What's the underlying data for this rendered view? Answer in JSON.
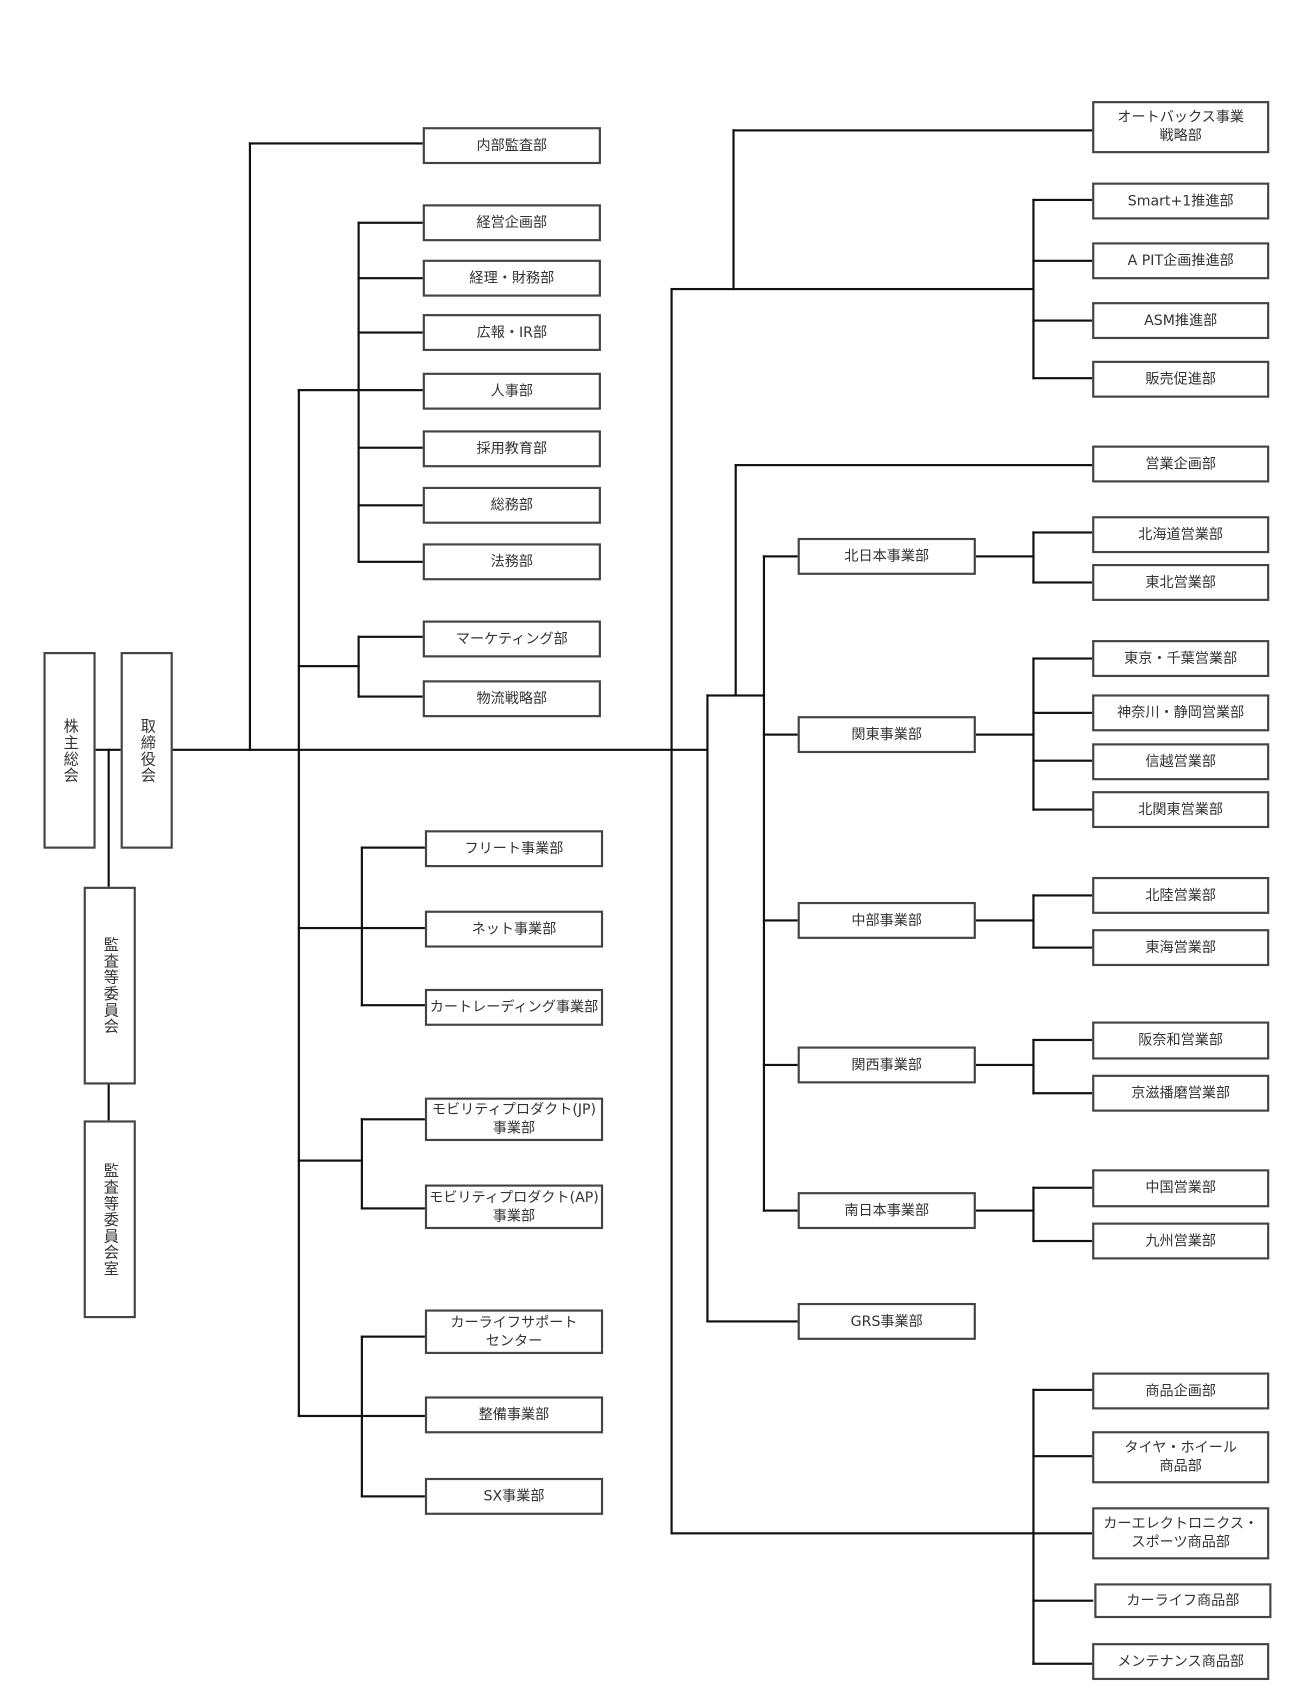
{
  "nodes": {
    "shareholders": "株主総会",
    "board": "取締役会",
    "audit_committee": "監査等委員会",
    "audit_committee_office": "監査等委員会室",
    "internal_audit": "内部監査部",
    "corp_planning": "経営企画部",
    "accounting_finance": "経理・財務部",
    "pr_ir": "広報・IR部",
    "hr": "人事部",
    "recruit_edu": "採用教育部",
    "general_affairs": "総務部",
    "legal": "法務部",
    "marketing": "マーケティング部",
    "logistics_strategy": "物流戦略部",
    "fleet": "フリート事業部",
    "net": "ネット事業部",
    "car_trading": "カートレーディング事業部",
    "mobility_jp": "モビリティプロダクト(JP)\n事業部",
    "mobility_ap": "モビリティプロダクト(AP)\n事業部",
    "carlife_support": "カーライフサポート\nセンター",
    "maintenance_biz": "整備事業部",
    "sx": "SX事業部",
    "autobacs_strategy": "オートバックス事業\n戦略部",
    "smart1": "Smart+1推進部",
    "apit": "A PIT企画推進部",
    "asm": "ASM推進部",
    "sales_promo": "販売促進部",
    "sales_planning": "営業企画部",
    "north_japan": "北日本事業部",
    "kanto": "関東事業部",
    "chubu": "中部事業部",
    "kansai": "関西事業部",
    "south_japan": "南日本事業部",
    "grs": "GRS事業部",
    "hokkaido": "北海道営業部",
    "tohoku": "東北営業部",
    "tokyo_chiba": "東京・千葉営業部",
    "kanagawa_shizuoka": "神奈川・静岡営業部",
    "shinetsu": "信越営業部",
    "kita_kanto": "北関東営業部",
    "hokuriku": "北陸営業部",
    "tokai": "東海営業部",
    "hannawa": "阪奈和営業部",
    "keiji_banma": "京滋播磨営業部",
    "chugoku": "中国営業部",
    "kyushu": "九州営業部",
    "product_planning": "商品企画部",
    "tire_wheel": "タイヤ・ホイール\n商品部",
    "car_electronics": "カーエレクトロニクス・\nスポーツ商品部",
    "carlife_products": "カーライフ商品部",
    "maintenance_products": "メンテナンス商品部"
  }
}
